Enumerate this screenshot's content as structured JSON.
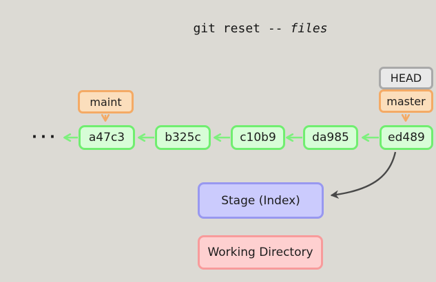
{
  "title": {
    "command_prefix": "git reset -- ",
    "command_arg_emph": "files"
  },
  "chain": {
    "ellipsis": "···",
    "commits": [
      {
        "label": "a47c3"
      },
      {
        "label": "b325c"
      },
      {
        "label": "c10b9"
      },
      {
        "label": "da985"
      },
      {
        "label": "ed489"
      }
    ]
  },
  "refs": {
    "maint": "maint",
    "head": "HEAD",
    "master": "master"
  },
  "areas": {
    "stage": "Stage (Index)",
    "working_directory": "Working Directory"
  },
  "colors": {
    "background": "#dcdad4",
    "commit_fill": "#d7fdd7",
    "commit_border": "#70ee70",
    "commit_arrow": "#7df07d",
    "ref_fill": "#fbdebc",
    "ref_border": "#f4aa65",
    "head_fill": "#e9e9e9",
    "head_border": "#a9a9a9",
    "stage_fill": "#cbcbfd",
    "stage_border": "#9898f0",
    "working_fill": "#fed0d0",
    "working_border": "#f89b9b",
    "reset_arrow": "#484848",
    "text": "#1c1c1c"
  }
}
